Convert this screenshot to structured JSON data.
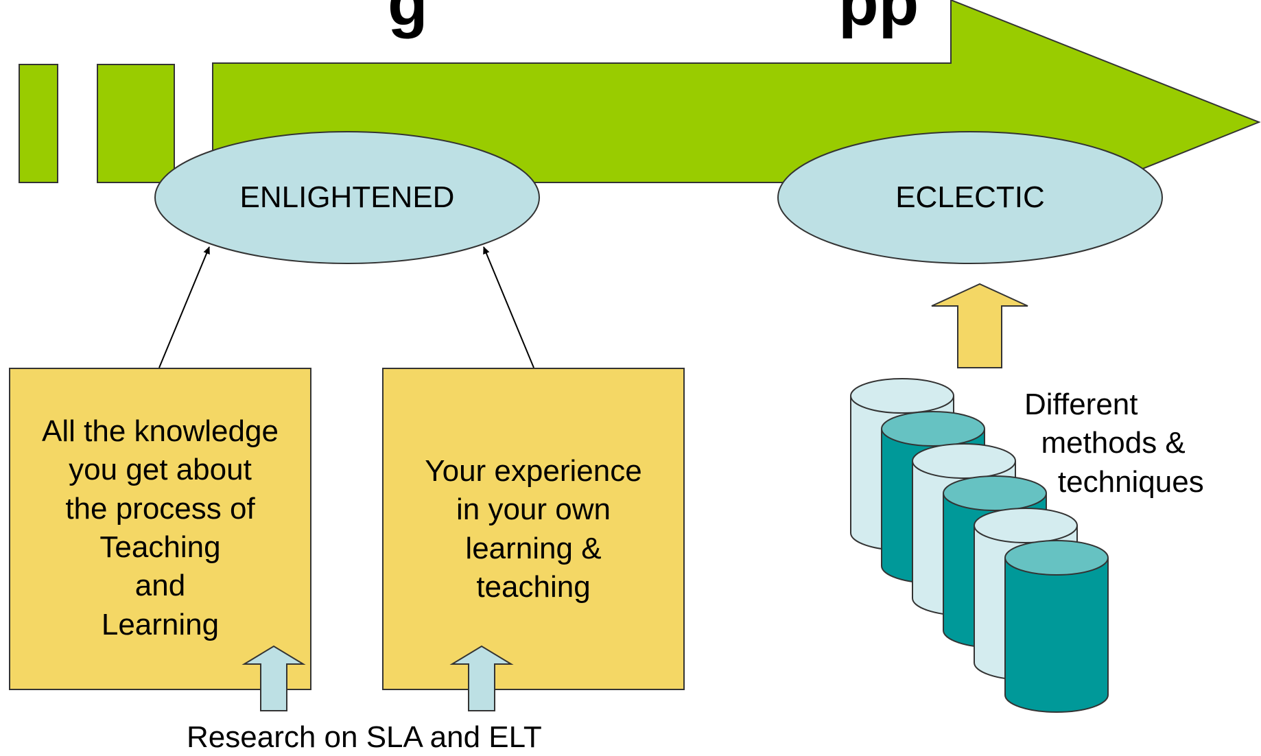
{
  "title_left": "g",
  "title_right": "pp",
  "ovals": {
    "enlightened": "ENLIGHTENED",
    "eclectic": "ECLECTIC"
  },
  "boxes": {
    "knowledge": "All the knowledge\nyou get about\nthe process of\nTeaching\nand\nLearning",
    "experience": "Your experience\nin your own\nlearning &\nteaching"
  },
  "caption_bottom": "Research on SLA and ELT",
  "caption_methods": "Different\n  methods &\n    techniques",
  "colors": {
    "arrow_green": "#99cc00",
    "oval_fill": "#bde0e4",
    "box_fill": "#f4d765",
    "cyl_light": "#d4ecef",
    "cyl_dark": "#009999",
    "cyl_dark_top": "#66c2c2",
    "stroke": "#333333"
  }
}
